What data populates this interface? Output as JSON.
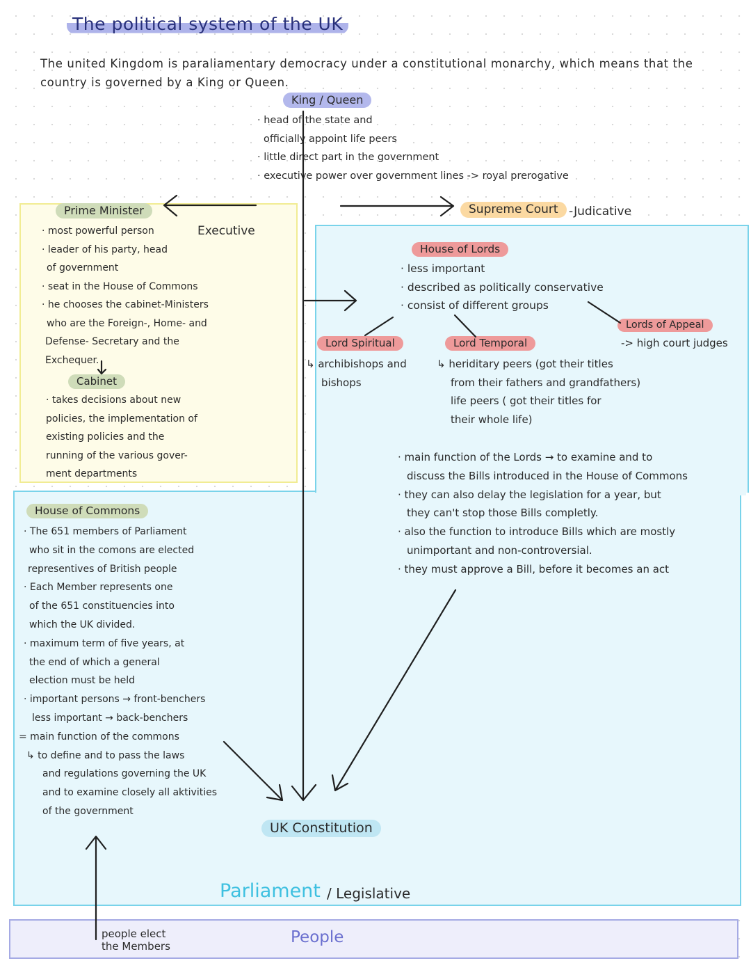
{
  "title": "The political system of the UK",
  "intro": {
    "line1": "The united Kingdom is paraliamentary democracy under a constitutional monarchy, which means that the",
    "line2": "country is governed by a King or Queen."
  },
  "king": {
    "label": "King / Queen",
    "lines": [
      "· head of the state and",
      "officially appoint life peers",
      "· little direct part in the government",
      "· executive power over government lines -> royal prerogative"
    ]
  },
  "supreme_court": {
    "label": "Supreme Court",
    "suffix": "-Judicative"
  },
  "executive": {
    "label": "Executive",
    "pm_label": "Prime Minister",
    "pm_lines": [
      "· most powerful person",
      "· leader of his party, head",
      "of government",
      "· seat in the House of Commons",
      "· he chooses the cabinet-Ministers",
      "who are the Foreign-, Home- and",
      "Defense- Secretary and the",
      "Exchequer."
    ],
    "cabinet_label": "Cabinet",
    "cabinet_lines": [
      "· takes decisions about new",
      "policies, the implementation of",
      "existing policies and the",
      "running of the various gover-",
      "ment departments"
    ]
  },
  "lords": {
    "label": "House of Lords",
    "lines": [
      "· less important",
      "· described as politically conservative",
      "· consist of different groups"
    ],
    "spiritual_label": "Lord Spiritual",
    "spiritual_lines": [
      "↳ archibishops and",
      "bishops"
    ],
    "temporal_label": "Lord Temporal",
    "temporal_lines": [
      "↳ heriditary peers (got their titles",
      "from their fathers and grandfathers)",
      "life peers ( got their titles for",
      "their whole life)"
    ],
    "appeal_label": "Lords of Appeal",
    "appeal_line": "-> high court judges",
    "function_lines": [
      "· main function of the Lords → to examine and to",
      "discuss the Bills introduced in the House of Commons",
      "· they can also delay the legislation for a year, but",
      "they can't stop those Bills completly.",
      "· also the function to introduce Bills which are mostly",
      "unimportant and non-controversial.",
      "· they must approve a Bill, before it becomes an act"
    ]
  },
  "commons": {
    "label": "House of Commons",
    "lines": [
      "· The 651 members of Parliament",
      "who sit in the comons are elected",
      "representives of British people",
      "· Each Member represents one",
      "of the 651 constituencies into",
      "which the UK divided.",
      "· maximum term of five years, at",
      "the end of which a general",
      "election must be held",
      "· important persons → front-benchers",
      "less important → back-benchers",
      "= main function of the commons",
      "↳ to define and to pass the laws",
      "and regulations governing the UK",
      "and to examine closely all aktivities",
      "of the government"
    ]
  },
  "uk_constitution": "UK Constitution",
  "parliament": {
    "label": "Parliament",
    "suffix": "/ Legislative"
  },
  "people": {
    "label": "People",
    "elect_line1": "people elect",
    "elect_line2": "the Members"
  },
  "colors": {
    "title_highlight": "#aeb3ea",
    "executive_box": "#fefce8",
    "parliament_box": "#e7f7fc",
    "parliament_border": "#79d3ea",
    "people_box": "#eeeefb",
    "lords_badge": "#ee9a9a",
    "green_badge": "#cfdcb9",
    "supreme_court_badge": "#fbd9a2"
  }
}
